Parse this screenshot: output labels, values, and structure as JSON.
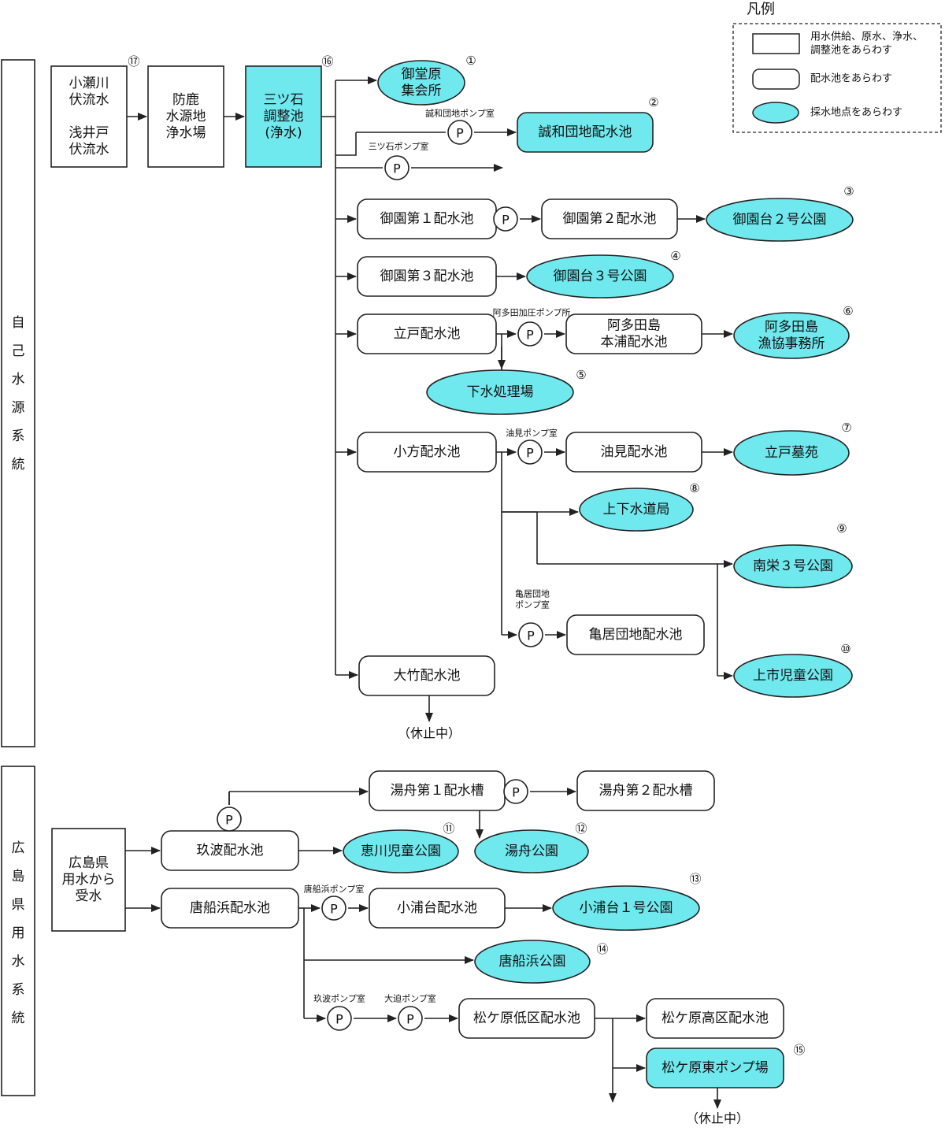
{
  "colors": {
    "sample_fill": "#6fe8ee",
    "plain_fill": "#ffffff",
    "stroke": "#222222"
  },
  "legend": {
    "title": "凡例",
    "items": [
      {
        "shape": "rect",
        "label": [
          "用水供給、原水、浄水、",
          "調整池をあらわす"
        ]
      },
      {
        "shape": "rounded",
        "label": [
          "配水池をあらわす"
        ]
      },
      {
        "shape": "ellipse",
        "label": [
          "採水地点をあらわす"
        ]
      }
    ]
  },
  "systems": [
    {
      "id": "self",
      "label": "自己水源系統"
    },
    {
      "id": "pref",
      "label": "広島県用水系統"
    }
  ],
  "nodes": [
    {
      "id": "n17",
      "shape": "rect",
      "fill": false,
      "text": [
        "小瀬川",
        "伏流水",
        "",
        "浅井戸",
        "伏流水"
      ],
      "num": "⑰"
    },
    {
      "id": "boroku",
      "shape": "rect",
      "fill": false,
      "text": [
        "防鹿",
        "水源地",
        "浄水場"
      ]
    },
    {
      "id": "n16",
      "shape": "rect",
      "fill": true,
      "text": [
        "三ツ石",
        "調整池",
        "(浄水)"
      ],
      "num": "⑯"
    },
    {
      "id": "n1",
      "shape": "ellipse",
      "fill": true,
      "text": [
        "御堂原",
        "集会所"
      ],
      "num": "①"
    },
    {
      "id": "n2",
      "shape": "rounded",
      "fill": true,
      "text": [
        "誠和団地配水池"
      ],
      "num": "②"
    },
    {
      "id": "misono1",
      "shape": "rounded",
      "fill": false,
      "text": [
        "御園第１配水池"
      ]
    },
    {
      "id": "misono2",
      "shape": "rounded",
      "fill": false,
      "text": [
        "御園第２配水池"
      ]
    },
    {
      "id": "n3",
      "shape": "ellipse",
      "fill": true,
      "text": [
        "御園台２号公園"
      ],
      "num": "③"
    },
    {
      "id": "misono3",
      "shape": "rounded",
      "fill": false,
      "text": [
        "御園第３配水池"
      ]
    },
    {
      "id": "n4",
      "shape": "ellipse",
      "fill": true,
      "text": [
        "御園台３号公園"
      ],
      "num": "④"
    },
    {
      "id": "tateto",
      "shape": "rounded",
      "fill": false,
      "text": [
        "立戸配水池"
      ]
    },
    {
      "id": "atata",
      "shape": "rounded",
      "fill": false,
      "text": [
        "阿多田島",
        "本浦配水池"
      ]
    },
    {
      "id": "n6",
      "shape": "ellipse",
      "fill": true,
      "text": [
        "阿多田島",
        "漁協事務所"
      ],
      "num": "⑥"
    },
    {
      "id": "n5",
      "shape": "ellipse",
      "fill": true,
      "text": [
        "下水処理場"
      ],
      "num": "⑤"
    },
    {
      "id": "ogata",
      "shape": "rounded",
      "fill": false,
      "text": [
        "小方配水池"
      ]
    },
    {
      "id": "aburami",
      "shape": "rounded",
      "fill": false,
      "text": [
        "油見配水池"
      ]
    },
    {
      "id": "n7",
      "shape": "ellipse",
      "fill": true,
      "text": [
        "立戸墓苑"
      ],
      "num": "⑦"
    },
    {
      "id": "n8",
      "shape": "ellipse",
      "fill": true,
      "text": [
        "上下水道局"
      ],
      "num": "⑧"
    },
    {
      "id": "n9",
      "shape": "ellipse",
      "fill": true,
      "text": [
        "南栄３号公園"
      ],
      "num": "⑨"
    },
    {
      "id": "kamei",
      "shape": "rounded",
      "fill": false,
      "text": [
        "亀居団地配水池"
      ]
    },
    {
      "id": "n10",
      "shape": "ellipse",
      "fill": true,
      "text": [
        "上市児童公園"
      ],
      "num": "⑩"
    },
    {
      "id": "otake",
      "shape": "rounded",
      "fill": false,
      "text": [
        "大竹配水池"
      ]
    },
    {
      "id": "yubune1",
      "shape": "rounded",
      "fill": false,
      "text": [
        "湯舟第１配水槽"
      ]
    },
    {
      "id": "yubune2",
      "shape": "rounded",
      "fill": false,
      "text": [
        "湯舟第２配水槽"
      ]
    },
    {
      "id": "kenyou",
      "shape": "rect",
      "fill": false,
      "text": [
        "広島県",
        "用水から",
        "受水"
      ]
    },
    {
      "id": "kuba",
      "shape": "rounded",
      "fill": false,
      "text": [
        "玖波配水池"
      ]
    },
    {
      "id": "n11",
      "shape": "ellipse",
      "fill": true,
      "text": [
        "恵川児童公園"
      ],
      "num": "⑪"
    },
    {
      "id": "n12",
      "shape": "ellipse",
      "fill": true,
      "text": [
        "湯舟公園"
      ],
      "num": "⑫"
    },
    {
      "id": "karafune",
      "shape": "rounded",
      "fill": false,
      "text": [
        "唐船浜配水池"
      ]
    },
    {
      "id": "kouradai",
      "shape": "rounded",
      "fill": false,
      "text": [
        "小浦台配水池"
      ]
    },
    {
      "id": "n13",
      "shape": "ellipse",
      "fill": true,
      "text": [
        "小浦台１号公園"
      ],
      "num": "⑬"
    },
    {
      "id": "n14",
      "shape": "ellipse",
      "fill": true,
      "text": [
        "唐船浜公園"
      ],
      "num": "⑭"
    },
    {
      "id": "matsu_low",
      "shape": "rounded",
      "fill": false,
      "text": [
        "松ケ原低区配水池"
      ]
    },
    {
      "id": "matsu_high",
      "shape": "rounded",
      "fill": false,
      "text": [
        "松ケ原高区配水池"
      ]
    },
    {
      "id": "n15",
      "shape": "rounded",
      "fill": true,
      "text": [
        "松ケ原東ポンプ場"
      ],
      "num": "⑮"
    }
  ],
  "pumps": [
    {
      "id": "p_seiwa",
      "symbol": "P",
      "label": [
        "誠和団地ポンプ室"
      ]
    },
    {
      "id": "p_mitsuishi",
      "symbol": "P",
      "label": [
        "三ツ石ポンプ室"
      ]
    },
    {
      "id": "p_misono",
      "symbol": "P",
      "label": []
    },
    {
      "id": "p_atata",
      "symbol": "P",
      "label": [
        "阿多田加圧ポンプ所"
      ]
    },
    {
      "id": "p_aburami",
      "symbol": "P",
      "label": [
        "油見ポンプ室"
      ]
    },
    {
      "id": "p_kamei",
      "symbol": "P",
      "label": [
        "亀居団地",
        "ポンプ室"
      ]
    },
    {
      "id": "p_yubune",
      "symbol": "P",
      "label": []
    },
    {
      "id": "p_kuba_top",
      "symbol": "P",
      "label": []
    },
    {
      "id": "p_karafune",
      "symbol": "P",
      "label": [
        "唐船浜ポンプ室"
      ]
    },
    {
      "id": "p_kuba",
      "symbol": "P",
      "label": [
        "玖波ポンプ室"
      ]
    },
    {
      "id": "p_oseko",
      "symbol": "P",
      "label": [
        "大迫ポンプ室"
      ]
    }
  ],
  "suspended": [
    {
      "id": "s_otake",
      "text": "（休止中）"
    },
    {
      "id": "s_matsu",
      "text": "（休止中）"
    }
  ]
}
